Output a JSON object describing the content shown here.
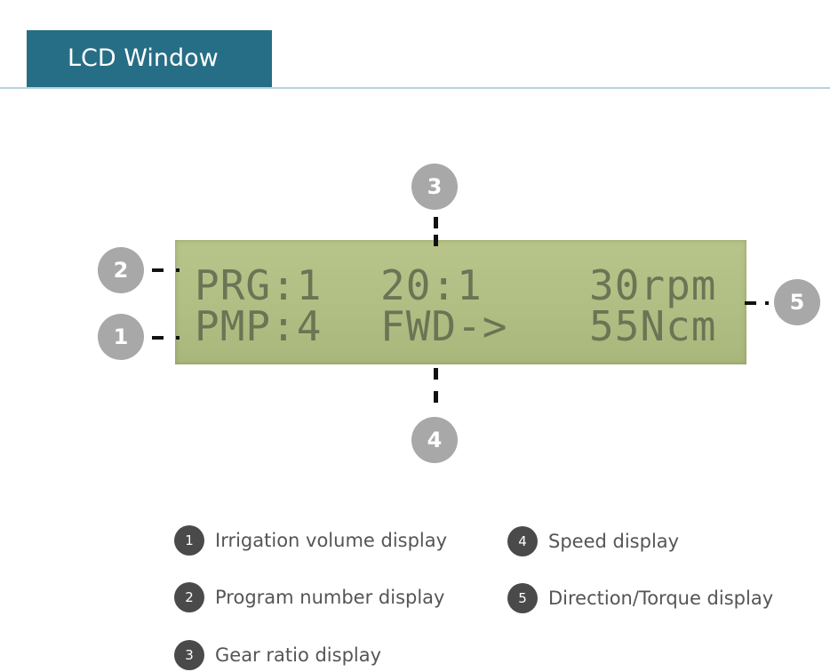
{
  "header": {
    "title": "LCD Window"
  },
  "lcd": {
    "row1": {
      "program": "PRG:1",
      "gear_ratio": "20:1",
      "speed": "30rpm"
    },
    "row2": {
      "pump": "PMP:4",
      "direction": "FWD->",
      "torque": "55Ncm"
    }
  },
  "markers": {
    "m1": "1",
    "m2": "2",
    "m3": "3",
    "m4": "4",
    "m5": "5"
  },
  "legend": [
    {
      "num": "1",
      "label": "Irrigation volume display"
    },
    {
      "num": "2",
      "label": "Program number display"
    },
    {
      "num": "3",
      "label": "Gear ratio display"
    },
    {
      "num": "4",
      "label": "Speed display"
    },
    {
      "num": "5",
      "label": "Direction/Torque display"
    }
  ],
  "colors": {
    "header_bg": "#266e86",
    "lcd_bg": "#b1bf84",
    "lcd_text": "#6c7455",
    "marker_bg": "#a8a8a8",
    "legend_num_bg": "#4a4a4a"
  }
}
